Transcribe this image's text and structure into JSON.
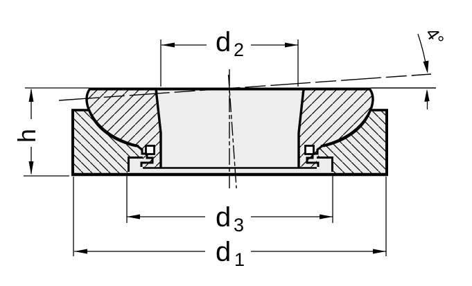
{
  "drawing": {
    "description": "Cross-section technical drawing of a spherical levelling washer set",
    "colors": {
      "line": "#000000",
      "section_fill": "#ededed",
      "background": "#ffffff"
    },
    "labels": {
      "d1": {
        "symbol": "d",
        "subscript": "1"
      },
      "d2": {
        "symbol": "d",
        "subscript": "2"
      },
      "d3": {
        "symbol": "d",
        "subscript": "3"
      },
      "h": {
        "symbol": "h"
      },
      "tilt_angle": {
        "label": "4°"
      }
    }
  }
}
